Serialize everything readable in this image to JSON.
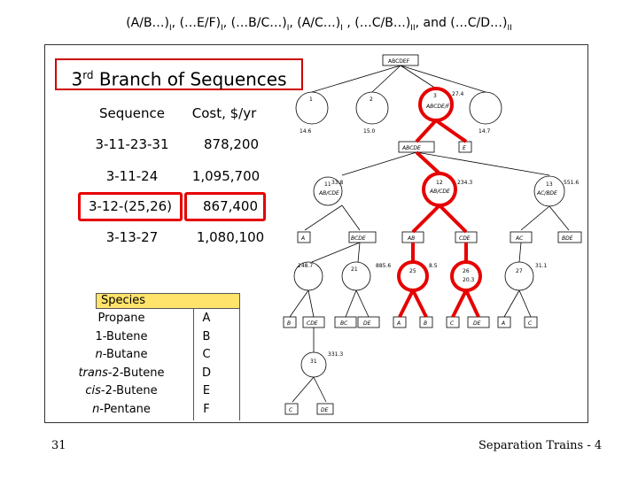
{
  "title": {
    "p1": "(A/B…)",
    "s1": "I",
    "p2": ", (…E/F)",
    "s2": "I",
    "p3": ", (…B/C…)",
    "s3": "I",
    "p4": ", (A/C…)",
    "s4": "I",
    "p5": " , (…C/B…)",
    "s5": "II",
    "p6": ", and (…C/D…)",
    "s6": "II"
  },
  "branch": {
    "prefix": "3",
    "sup": "rd",
    "rest": " Branch of Sequences"
  },
  "table": {
    "header_sequence": "Sequence",
    "header_cost": "Cost, $/yr",
    "rows": [
      {
        "seq": "3-11-23-31",
        "cost": "878,200"
      },
      {
        "seq": "3-11-24",
        "cost": "1,095,700"
      },
      {
        "seq": "3-12-(25,26)",
        "cost": "867,400"
      },
      {
        "seq": "3-13-27",
        "cost": "1,080,100"
      }
    ]
  },
  "species": {
    "header": "Species",
    "rows": [
      {
        "name_italic": "",
        "name": "Propane",
        "code": "A"
      },
      {
        "name_italic": "",
        "name": "1-Butene",
        "code": "B"
      },
      {
        "name_italic": "n",
        "name": "-Butane",
        "code": "C"
      },
      {
        "name_italic": "trans",
        "name": "-2-Butene",
        "code": "D"
      },
      {
        "name_italic": "cis",
        "name": "-2-Butene",
        "code": "E"
      },
      {
        "name_italic": "n",
        "name": "-Pentane",
        "code": "F"
      }
    ]
  },
  "tree": {
    "root": "ABCDEF",
    "n1": "1",
    "n2": "2",
    "n3": "3",
    "n3_label": "ABCDE/F",
    "n3_cost": "27.4",
    "n1_cost": "14.6",
    "n2_cost": "15.0",
    "n4_cost": "14.7",
    "n3_child_a": "ABCDE",
    "n3_child_b": "E",
    "n11": "11",
    "n11_label": "AB/CDE",
    "n11_cost": "33.8",
    "n12": "12",
    "n12_label": "AB/CDE",
    "n12_cost": "234.3",
    "n13": "13",
    "n13_label": "AC/BDE",
    "n13_cost": "551.6",
    "box_a": "A",
    "box_bcde": "BCDE",
    "box_ab": "AB",
    "box_cde": "CDE",
    "box_ac": "AC",
    "box_bde": "BDE",
    "n23_cost": "248.7",
    "n24_cost": "21",
    "n_c8": "885.6",
    "n25": "25",
    "n26": "26",
    "n27": "27",
    "n26_cost": "8.5",
    "n26b": "20.3",
    "n27_cost": "31.1",
    "leaf_b": "B",
    "leaf_cde": "CDE",
    "leaf_bc": "BC",
    "leaf_de": "DE",
    "leaf_a": "A",
    "leaf_b2": "B",
    "leaf_c": "C",
    "leaf_de2": "DE",
    "leaf_a2": "A",
    "leaf_c2": "C",
    "n31": "31",
    "n31_cost": "331.3",
    "leaf_c3": "C",
    "leaf_de3": "DE"
  },
  "footer": {
    "page": "31",
    "right": "Separation Trains - 4"
  }
}
